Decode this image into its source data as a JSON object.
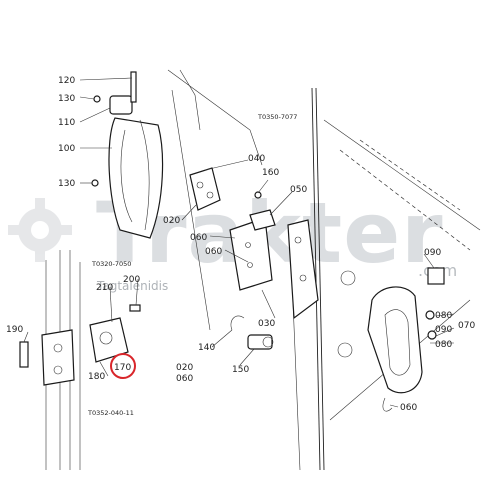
{
  "diagram": {
    "part_labels": [
      "120",
      "130",
      "110",
      "100",
      "130",
      "040",
      "160",
      "050",
      "020",
      "060",
      "060",
      "030",
      "090",
      "080",
      "090",
      "070",
      "080",
      "210",
      "200",
      "190",
      "140",
      "150",
      "180",
      "170",
      "020",
      "060",
      "060"
    ],
    "reference_codes": [
      "T0350-7077",
      "T0320-7050",
      "T0352-040-11"
    ],
    "highlight": {
      "label": "170",
      "color": "#d9262b"
    }
  },
  "watermark": {
    "text": "Trakter",
    "domain": ".com",
    "credit": "Tagtalenidis",
    "color": "#b9bec4"
  }
}
